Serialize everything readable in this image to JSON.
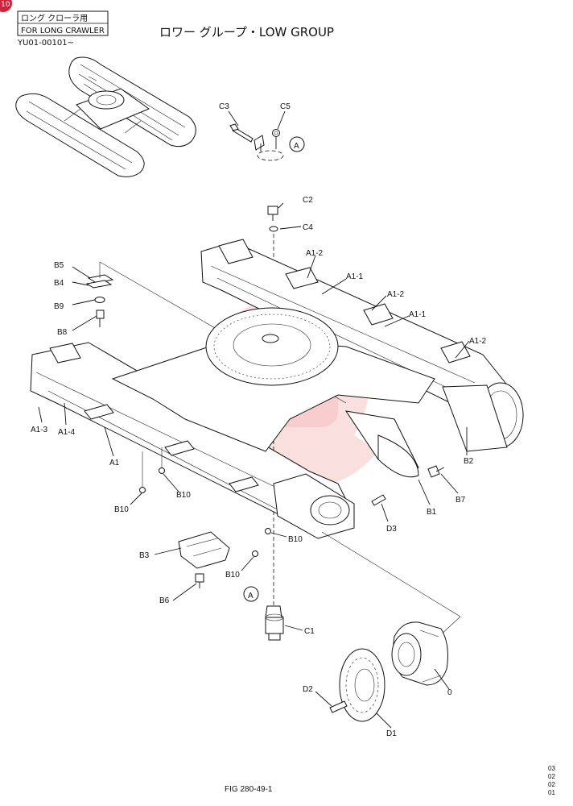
{
  "header": {
    "page_mark": "10",
    "note_line1": "ロング クローラ用",
    "note_line2": "FOR LONG CRAWLER",
    "serial": "YU01-00101~",
    "title": "ロワー グループ・LOW GROUP"
  },
  "callouts": {
    "C3": "C3",
    "C5": "C5",
    "A_ref_top": "A",
    "C2": "C2",
    "C4": "C4",
    "B5": "B5",
    "B4": "B4",
    "B9": "B9",
    "B8": "B8",
    "A1_2a": "A1-2",
    "A1_1a": "A1-1",
    "A1_2b": "A1-2",
    "A1_1b": "A1-1",
    "A1_2c": "A1-2",
    "A1_3": "A1-3",
    "A1_4": "A1-4",
    "A1": "A1",
    "B10a": "B10",
    "B10b": "B10",
    "B10c": "B10",
    "B10d": "B10",
    "B2": "B2",
    "B7": "B7",
    "B1": "B1",
    "D3": "D3",
    "B3": "B3",
    "B6": "B6",
    "A_ref_bottom": "A",
    "C1": "C1",
    "D2": "D2",
    "D1": "D1",
    "zero": "0"
  },
  "footer": {
    "fig": "FIG 280-49-1",
    "rev1": "03",
    "rev2": "02",
    "rev3": "02",
    "rev4": "01"
  }
}
